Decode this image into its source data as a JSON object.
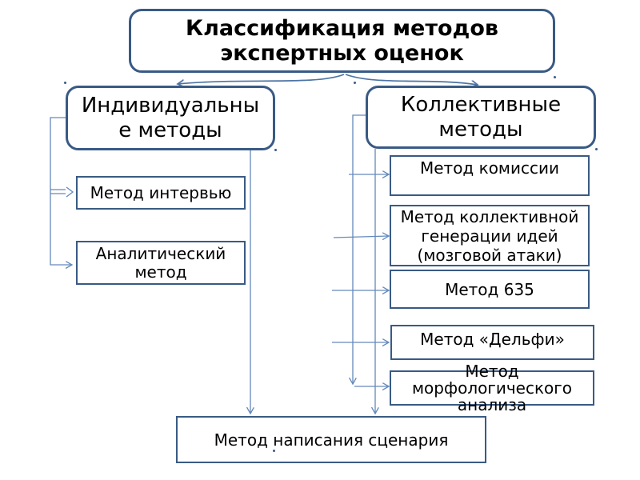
{
  "colors": {
    "box_border": "#395a84",
    "connector": "#6389bb",
    "arrow_dark": "#4d74a4",
    "text": "#000000",
    "background": "#ffffff"
  },
  "diagram": {
    "title": "Классификация методов\nэкспертных оценок",
    "left_branch": {
      "header": "Индивидуальны\nе методы",
      "children": [
        "Метод интервью",
        "Аналитический\nметод"
      ]
    },
    "right_branch": {
      "header": "Коллективные\nметоды",
      "children": [
        "Метод комиссии",
        "Метод коллективной\nгенерации идей\n(мозговой атаки)",
        "Метод 635",
        "Метод «Дельфи»",
        "Метод\nморфологического\nанализа"
      ]
    },
    "bottom": "Метод написания сценария"
  }
}
